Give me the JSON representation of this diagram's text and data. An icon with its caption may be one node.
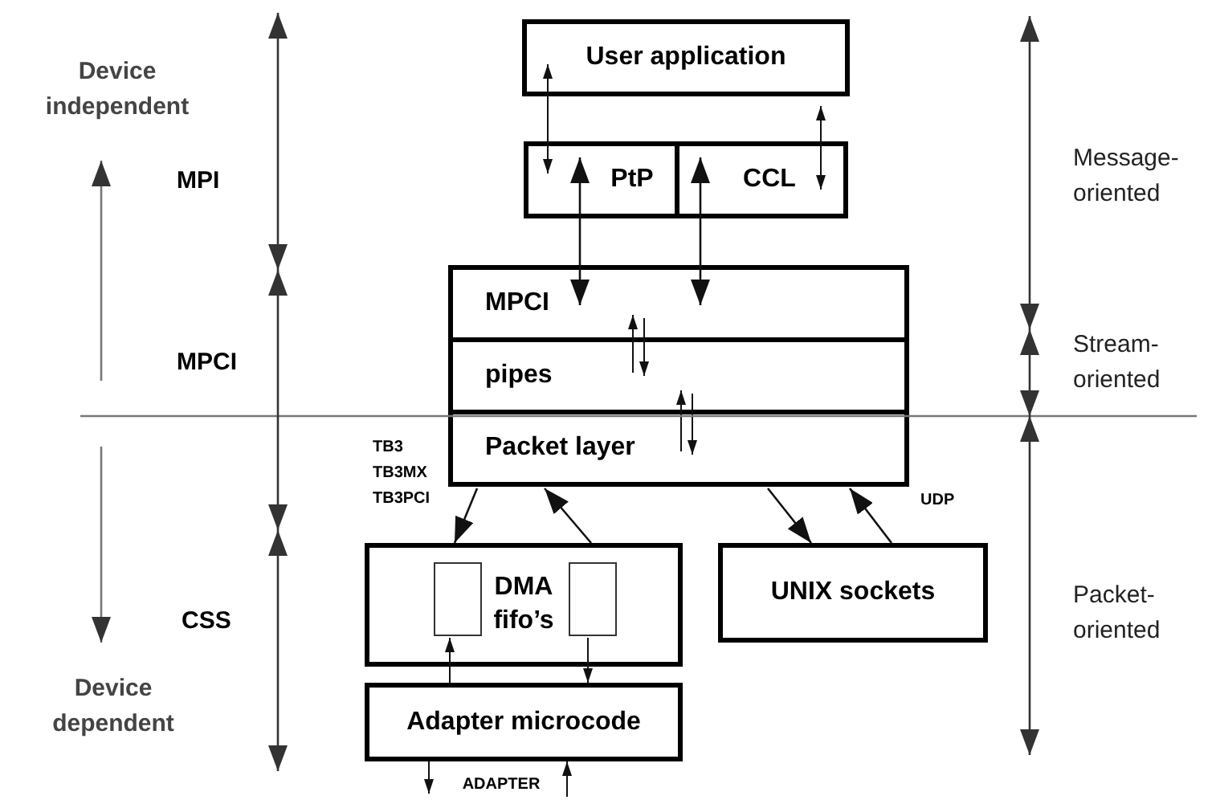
{
  "diagram": {
    "nodes": [
      {
        "text": [
          "User application"
        ]
      },
      {
        "text": [
          "PtP"
        ]
      },
      {
        "text": [
          "CCL"
        ]
      },
      {
        "text": [
          "MPCI"
        ]
      },
      {
        "text": [
          "pipes"
        ]
      },
      {
        "text": [
          "Packet layer"
        ]
      },
      {
        "text": [
          "DMA fifo’s"
        ]
      },
      {
        "text": [],
        "shape": "box",
        "in": 6
      },
      {
        "text": [],
        "shape": "box",
        "in": 6
      },
      {
        "text": [
          "UNIX sockets"
        ]
      },
      {
        "text": [
          "Adapter microcode"
        ]
      },
      {
        "text": [
          "ADAPTER"
        ]
      }
    ],
    "edges": [
      {
        "from": 0,
        "to": 1,
        "arrow": "both"
      },
      {
        "from": 0,
        "to": 2,
        "arrow": "both"
      },
      {
        "from": 1,
        "to": 3,
        "arrow": "both"
      },
      {
        "from": 2,
        "to": 3,
        "arrow": "both"
      },
      {
        "from": 4,
        "to": 3,
        "arrow": "to"
      },
      {
        "from": 3,
        "to": 4,
        "arrow": "to"
      },
      {
        "from": 5,
        "to": 4,
        "arrow": "to"
      },
      {
        "from": 4,
        "to": 5,
        "arrow": "to"
      },
      {
        "from": 5,
        "to": 6,
        "arrow": "to"
      },
      {
        "from": 6,
        "to": 5,
        "arrow": "to"
      },
      {
        "from": 5,
        "to": 9,
        "arrow": "to"
      },
      {
        "from": 9,
        "to": 5,
        "arrow": "to"
      },
      {
        "from": 10,
        "to": 7,
        "arrow": "to"
      },
      {
        "from": 8,
        "to": 10,
        "arrow": "to"
      },
      {
        "from": 10,
        "to": 11,
        "arrow": "to"
      },
      {
        "from": 11,
        "to": 10,
        "arrow": "to"
      }
    ],
    "labels": [
      "Device independent",
      "MPI",
      "Message-oriented",
      "MPCI",
      "Stream-oriented",
      "TB3",
      "TB3MX",
      "TB3PCI",
      "UDP",
      "Packet-oriented",
      "CSS",
      "Device dependent"
    ]
  }
}
